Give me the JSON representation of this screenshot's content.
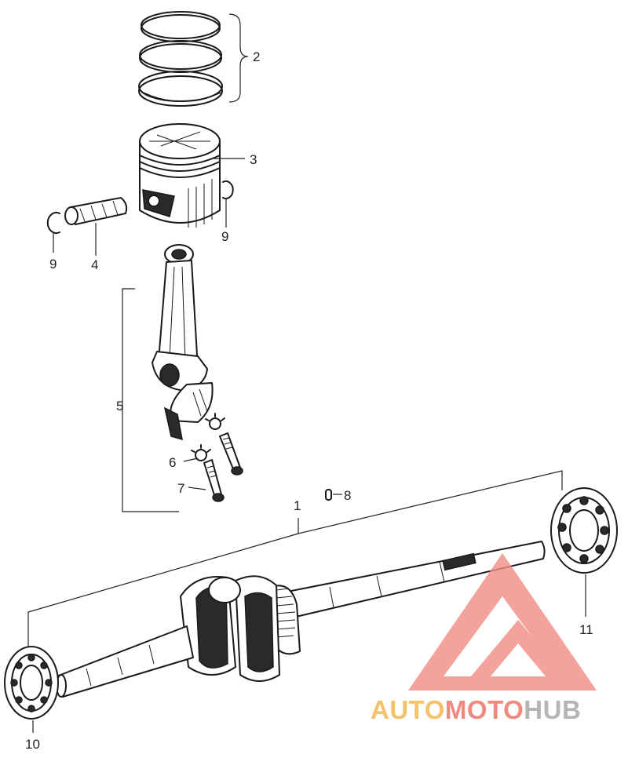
{
  "callouts": {
    "c1": "1",
    "c2": "2",
    "c3": "3",
    "c4": "4",
    "c5": "5",
    "c6": "6",
    "c7": "7",
    "c8": "8",
    "c9a": "9",
    "c9b": "9",
    "c10": "10",
    "c11": "11"
  },
  "watermark": {
    "part1": "AUTO",
    "part2": "MOTO",
    "part3": "HUB",
    "colors": {
      "auto": "#f5c26b",
      "moto": "#ef8a80",
      "hub": "#b5b5b5",
      "logo": "#f28d84"
    }
  }
}
